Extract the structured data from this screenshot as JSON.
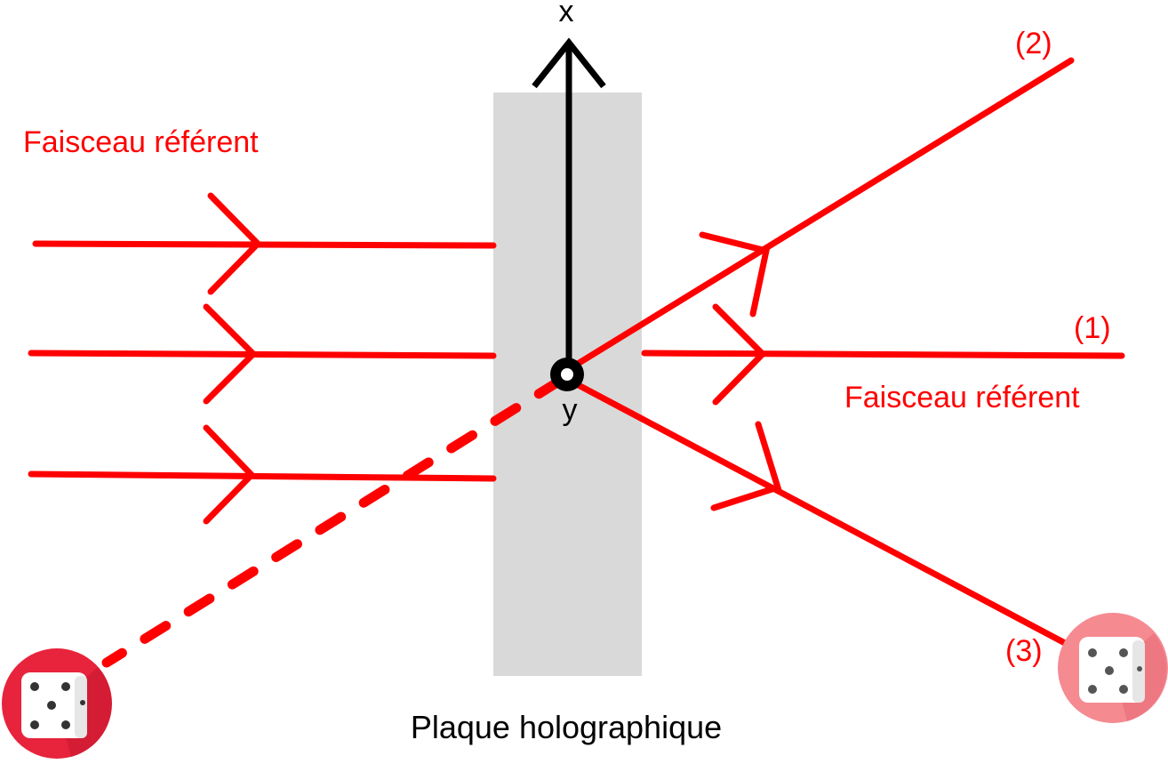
{
  "labels": {
    "axis_x": "x",
    "axis_y": "y",
    "reference_beam_in": "Faisceau référent",
    "reference_beam_out": "Faisceau référent",
    "beam_1": "(1)",
    "beam_2": "(2)",
    "beam_3": "(3)",
    "plate": "Plaque holographique"
  },
  "colors": {
    "beam": "#ff0000",
    "plate": "#d9d9d9",
    "axis": "#000000",
    "die_real_bg": "#e8233c",
    "die_virtual_bg": "#f58a91",
    "die_face": "#ffffff",
    "die_dot": "#333333"
  },
  "icons": {
    "object_real": "dice-icon",
    "object_virtual": "dice-icon"
  }
}
